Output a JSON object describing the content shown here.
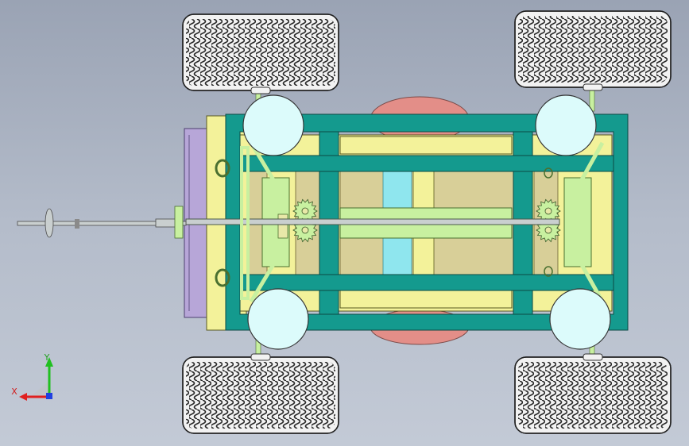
{
  "viewport": {
    "background_top": "#9aa3b4",
    "background_bottom": "#c3cad6"
  },
  "model": {
    "frame_color": "#149a8e",
    "rail_color": "#f3f29a",
    "panel_color": "#d8cf98",
    "center_panel_color": "#c8f0a0",
    "cyan_color": "#8fe6ee",
    "hub_color": "#dcfbfb",
    "rear_plate_color": "#b7a6d8",
    "body_color": "#e38e88",
    "tire_color": "#f2f2f2",
    "gear_color": "#c8f0a0",
    "shaft_color": "#c9cfcf",
    "wheel_count": 4,
    "hub_count": 4,
    "gear_count": 4
  },
  "triad": {
    "x_label": "X",
    "y_label": "Y",
    "x_color": "#e02020",
    "y_color": "#20c020",
    "z_color": "#2040e0"
  }
}
